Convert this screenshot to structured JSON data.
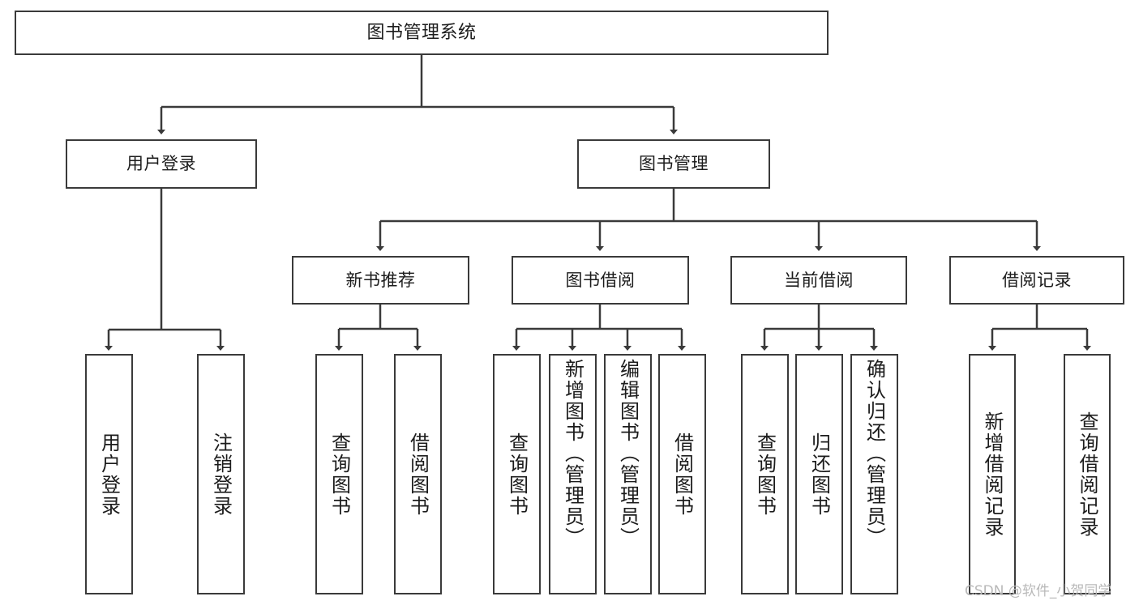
{
  "diagram": {
    "title": "图书管理系统",
    "type": "tree-hierarchy-diagram",
    "colors": {
      "box_border": "#3a3a3a",
      "box_fill": "#ffffff",
      "line": "#3a3a3a",
      "text": "#1c1c1c",
      "watermark": "#b9b9b9",
      "background": "#ffffff"
    },
    "root": {
      "label": "图书管理系统"
    },
    "level2": [
      {
        "label": "用户登录"
      },
      {
        "label": "图书管理"
      }
    ],
    "level3": [
      {
        "label": "新书推荐"
      },
      {
        "label": "图书借阅"
      },
      {
        "label": "当前借阅"
      },
      {
        "label": "借阅记录"
      }
    ],
    "leaves": {
      "user_login": [
        {
          "label": "用户登录"
        },
        {
          "label": "注销登录"
        }
      ],
      "new_book_recommend": [
        {
          "label": "查询图书"
        },
        {
          "label": "借阅图书"
        }
      ],
      "book_borrow": [
        {
          "label": "查询图书"
        },
        {
          "label": "新增图书（管理员）"
        },
        {
          "label": "编辑图书（管理员）"
        },
        {
          "label": "借阅图书"
        }
      ],
      "current_borrow": [
        {
          "label": "查询图书"
        },
        {
          "label": "归还图书"
        },
        {
          "label": "确认归还（管理员）"
        }
      ],
      "borrow_record": [
        {
          "label": "新增借阅记录"
        },
        {
          "label": "查询借阅记录"
        }
      ]
    }
  },
  "watermark": {
    "text": "CSDN @软件_小贺同学"
  }
}
